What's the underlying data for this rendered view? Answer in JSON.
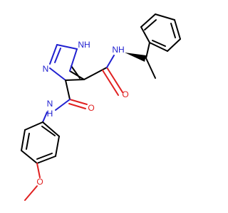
{
  "colors": {
    "carbon": "#000000",
    "nitrogen": "#2020d0",
    "oxygen": "#e02020",
    "background": "#ffffff"
  },
  "atoms": {
    "imidazole_nh": "NH",
    "imidazole_n": "N",
    "amide_nh_right": "NH",
    "amide_o_right": "O",
    "amide_nh_left": "N",
    "amide_h_left": "H",
    "amide_o_left": "O",
    "ether_o": "O"
  }
}
